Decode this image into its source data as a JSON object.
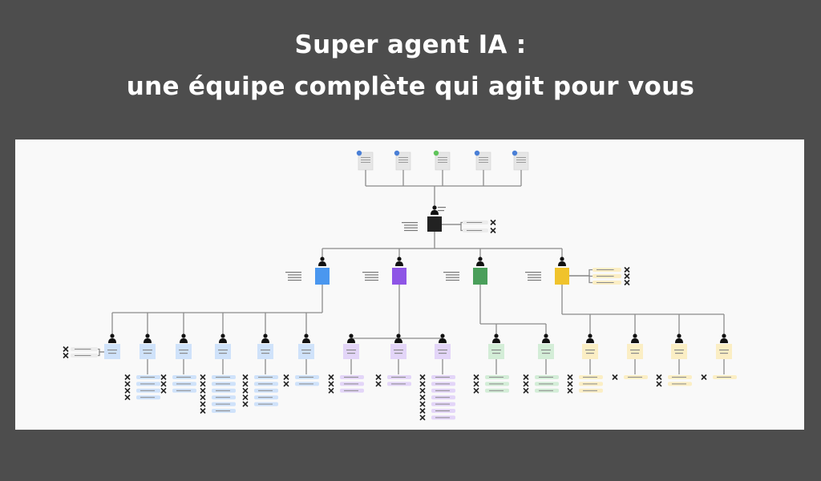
{
  "header": {
    "title_line1": "Super agent IA :",
    "title_line2": "une équipe complète qui agit pour vous"
  },
  "colors": {
    "background": "#4d4d4d",
    "canvas": "#f9f9f9",
    "connector": "#8c8c8c",
    "main_agent": "#222222",
    "blue": "#4a97ef",
    "purple": "#8e55e6",
    "green": "#4a9f5a",
    "yellow": "#f0c32c",
    "blue_light": "#cfe2fa",
    "purple_light": "#e3d5f8",
    "green_light": "#d3edd7",
    "yellow_light": "#fbeec4",
    "gray_box": "#e6e6e6",
    "person": "#111111",
    "badge_blue": "#4a7fd6",
    "badge_green": "#5fc45a"
  },
  "icons": {
    "person": "person-silhouette-icon",
    "tool": "tools-icon",
    "badge": "circle-badge-icon"
  },
  "diagram": {
    "top_inputs": [
      {
        "id": "in1",
        "badge": "blue",
        "label": ""
      },
      {
        "id": "in2",
        "badge": "blue",
        "label": ""
      },
      {
        "id": "in3",
        "badge": "green",
        "label": ""
      },
      {
        "id": "in4",
        "badge": "blue",
        "label": ""
      },
      {
        "id": "in5",
        "badge": "blue",
        "label": ""
      }
    ],
    "main_agent": {
      "tag": "",
      "note": "",
      "side_tasks": 2
    },
    "departments": [
      {
        "id": "d1",
        "color": "blue",
        "note": "",
        "side_tasks": 0
      },
      {
        "id": "d2",
        "color": "purple",
        "note": "",
        "side_tasks": 0
      },
      {
        "id": "d3",
        "color": "green",
        "note": "",
        "side_tasks": 0
      },
      {
        "id": "d4",
        "color": "yellow",
        "note": "",
        "side_tasks": 3
      }
    ],
    "sub_agents": [
      {
        "dept": 0,
        "tasks": 0,
        "left_tasks": 2
      },
      {
        "dept": 0,
        "tasks": 4,
        "left_tasks": 0
      },
      {
        "dept": 0,
        "tasks": 3,
        "left_tasks": 0
      },
      {
        "dept": 0,
        "tasks": 6,
        "left_tasks": 0
      },
      {
        "dept": 0,
        "tasks": 5,
        "left_tasks": 0
      },
      {
        "dept": 0,
        "tasks": 2,
        "left_tasks": 0
      },
      {
        "dept": 1,
        "tasks": 3,
        "left_tasks": 0
      },
      {
        "dept": 1,
        "tasks": 2,
        "left_tasks": 0
      },
      {
        "dept": 1,
        "tasks": 7,
        "left_tasks": 0
      },
      {
        "dept": 2,
        "tasks": 3,
        "left_tasks": 0
      },
      {
        "dept": 2,
        "tasks": 3,
        "left_tasks": 0
      },
      {
        "dept": 3,
        "tasks": 3,
        "left_tasks": 0
      },
      {
        "dept": 3,
        "tasks": 1,
        "left_tasks": 0
      },
      {
        "dept": 3,
        "tasks": 2,
        "left_tasks": 0
      },
      {
        "dept": 3,
        "tasks": 1,
        "left_tasks": 0
      }
    ]
  }
}
